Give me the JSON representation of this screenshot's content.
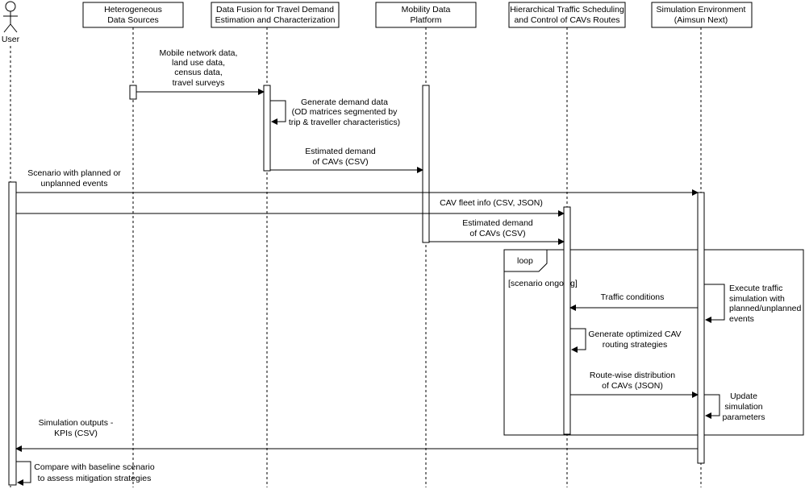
{
  "participants": {
    "user": "User",
    "sources": [
      "Heterogeneous",
      "Data Sources"
    ],
    "fusion": [
      "Data Fusion for Travel Demand",
      "Estimation and Characterization"
    ],
    "platform": [
      "Mobility Data",
      "Platform"
    ],
    "scheduling": [
      "Hierarchical Traffic Scheduling",
      "and Control of CAVs Routes"
    ],
    "simulation": [
      "Simulation Environment",
      "(Aimsun Next)"
    ]
  },
  "messages": {
    "m1": [
      "Mobile network data,",
      "land use data,",
      "census data,",
      "travel surveys"
    ],
    "m2": [
      "Generate demand data",
      "(OD matrices segmented by",
      "trip & traveller characteristics)"
    ],
    "m3": [
      "Estimated demand",
      "of CAVs (CSV)"
    ],
    "m4": [
      "Scenario with planned or",
      "unplanned events"
    ],
    "m5": [
      "CAV fleet info (CSV, JSON)"
    ],
    "m6": [
      "Estimated demand",
      "of CAVs (CSV)"
    ],
    "m7": [
      "Traffic conditions"
    ],
    "m8": [
      "Execute traffic",
      "simulation with",
      "planned/unplanned",
      "events"
    ],
    "m9": [
      "Generate optimized CAV",
      "routing strategies"
    ],
    "m10": [
      "Route-wise distribution",
      "of CAVs (JSON)"
    ],
    "m11": [
      "Update",
      "simulation",
      "parameters"
    ],
    "m12": [
      "Simulation outputs -",
      "KPIs (CSV)"
    ],
    "m13": [
      "Compare with baseline scenario",
      "to assess mitigation strategies"
    ]
  },
  "loop": {
    "label": "loop",
    "guard": "[scenario ongoing]"
  }
}
